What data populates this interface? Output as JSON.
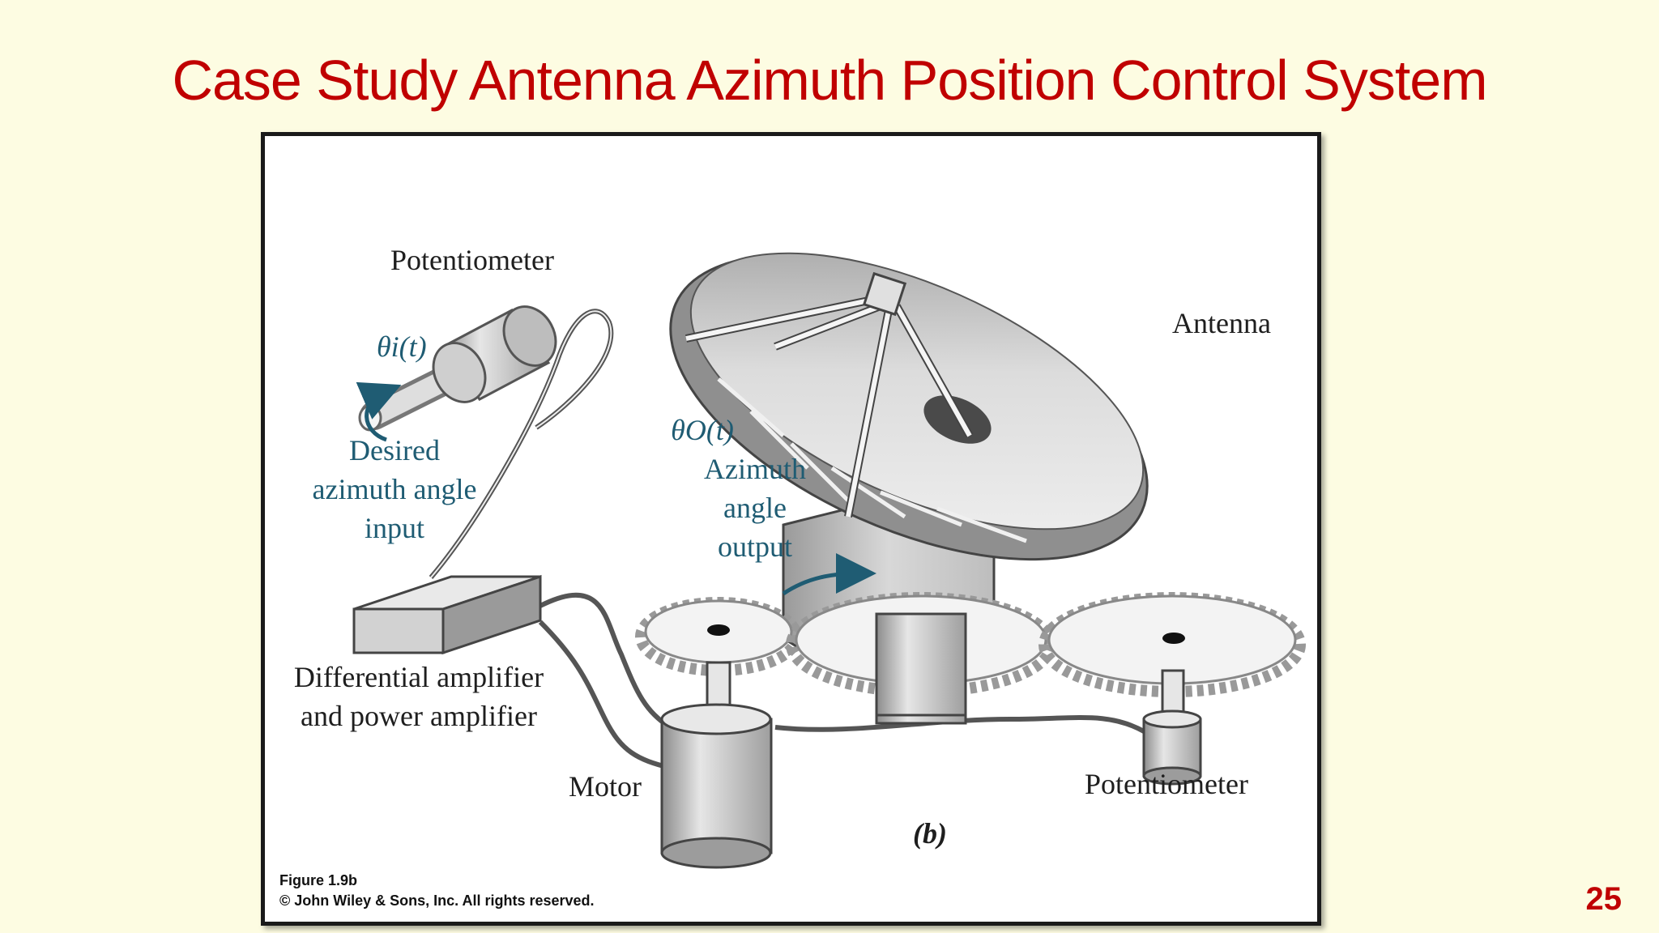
{
  "slide": {
    "title": "Case Study Antenna Azimuth Position Control System",
    "page_number": "25"
  },
  "figure": {
    "labels": {
      "potentiometer_top": "Potentiometer",
      "theta_i": "θi(t)",
      "desired_line1": "Desired",
      "desired_line2": "azimuth angle",
      "desired_line3": "input",
      "antenna": "Antenna",
      "theta_o": "θO(t)",
      "azimuth_line1": "Azimuth",
      "azimuth_line2": "angle",
      "azimuth_line3": "output",
      "amplifier_line1": "Differential amplifier",
      "amplifier_line2": "and power amplifier",
      "motor": "Motor",
      "potentiometer_bottom": "Potentiometer",
      "panel_letter": "(b)"
    },
    "caption_line1": "Figure 1.9b",
    "caption_line2": "© John Wiley & Sons, Inc. All rights reserved."
  },
  "colors": {
    "title": "#c00000",
    "background": "#fdfce2",
    "teal_label": "#1f5c73",
    "arrow": "#1f5c73"
  }
}
